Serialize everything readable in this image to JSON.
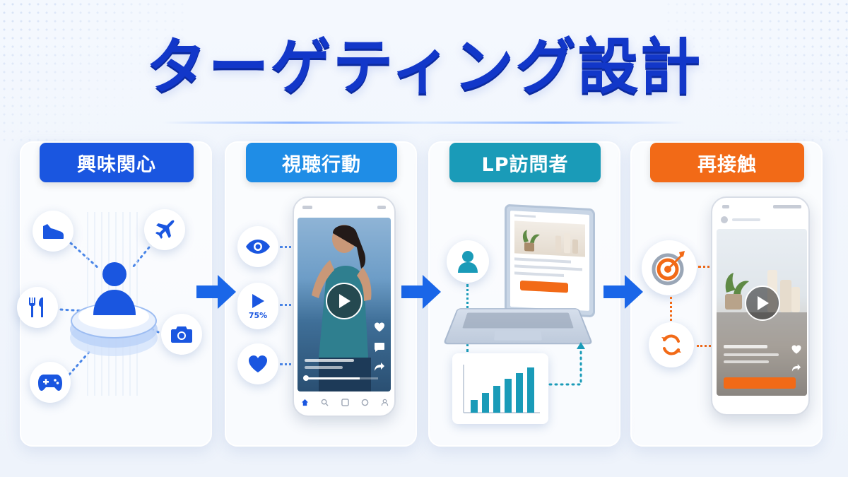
{
  "title": "ターゲティング設計",
  "steps": [
    {
      "label": "興味関心",
      "color": "#1a56e0"
    },
    {
      "label": "視聴行動",
      "color": "#1f8de6"
    },
    {
      "label": "LP訪問者",
      "color": "#1a9bb8"
    },
    {
      "label": "再接触",
      "color": "#f26a17"
    }
  ],
  "viewing": {
    "progress_label": "75%"
  },
  "icons": {
    "interest": [
      "shoe-icon",
      "airplane-icon",
      "utensils-icon",
      "camera-icon",
      "gamepad-icon",
      "user-icon"
    ],
    "viewing": [
      "eye-icon",
      "play-icon",
      "heart-icon"
    ],
    "lp": [
      "user-icon",
      "bar-chart-icon"
    ],
    "retarget": [
      "target-icon",
      "refresh-icon"
    ]
  }
}
